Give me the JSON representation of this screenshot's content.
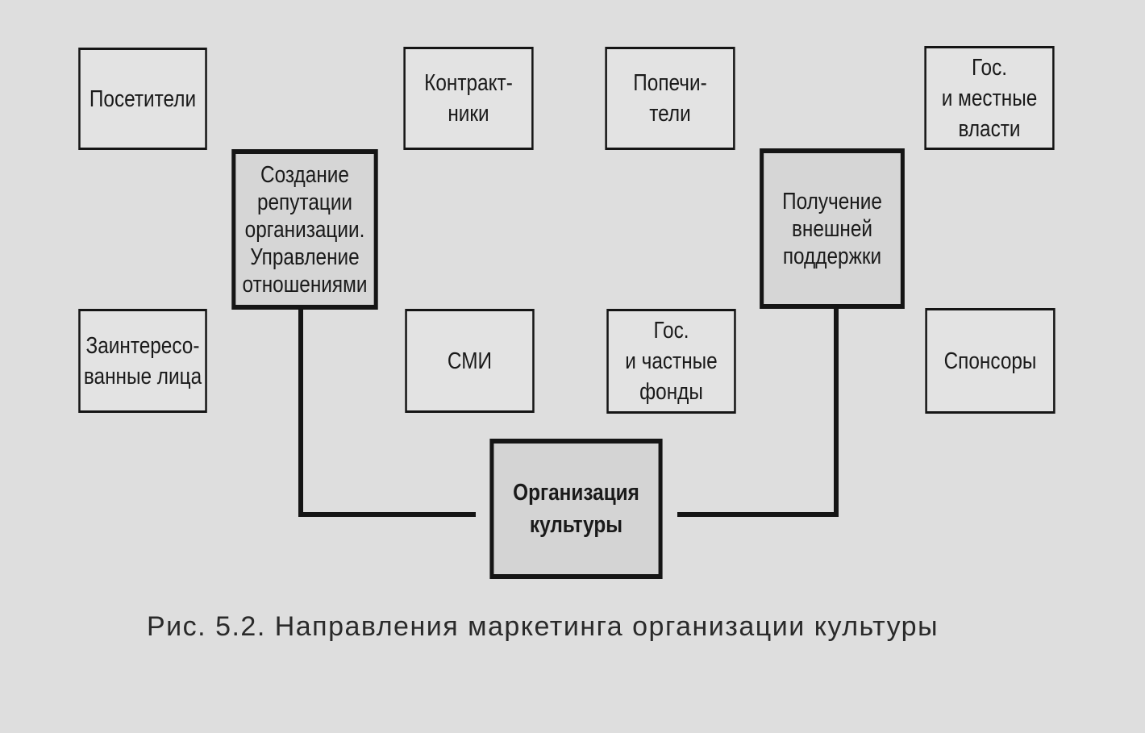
{
  "left_group": {
    "hub": [
      "Создание",
      "репутации",
      "организации.",
      "Управление",
      "отношениями"
    ],
    "satellites": {
      "visitors": [
        "Посетители"
      ],
      "contractors": [
        "Контракт-",
        "ники"
      ],
      "stakeholders": [
        "Заинтересо-",
        "ванные лица"
      ],
      "media": [
        "СМИ"
      ]
    }
  },
  "right_group": {
    "hub": [
      "Получение",
      "внешней",
      "поддержки"
    ],
    "satellites": {
      "trustees": [
        "Попечи-",
        "тели"
      ],
      "authorities": [
        "Гос.",
        "и местные",
        "власти"
      ],
      "funds": [
        "Гос.",
        "и частные",
        "фонды"
      ],
      "sponsors": [
        "Спонсоры"
      ]
    }
  },
  "core": [
    "Организация",
    "культуры"
  ],
  "caption": "Рис. 5.2. Направления маркетинга организации культуры"
}
